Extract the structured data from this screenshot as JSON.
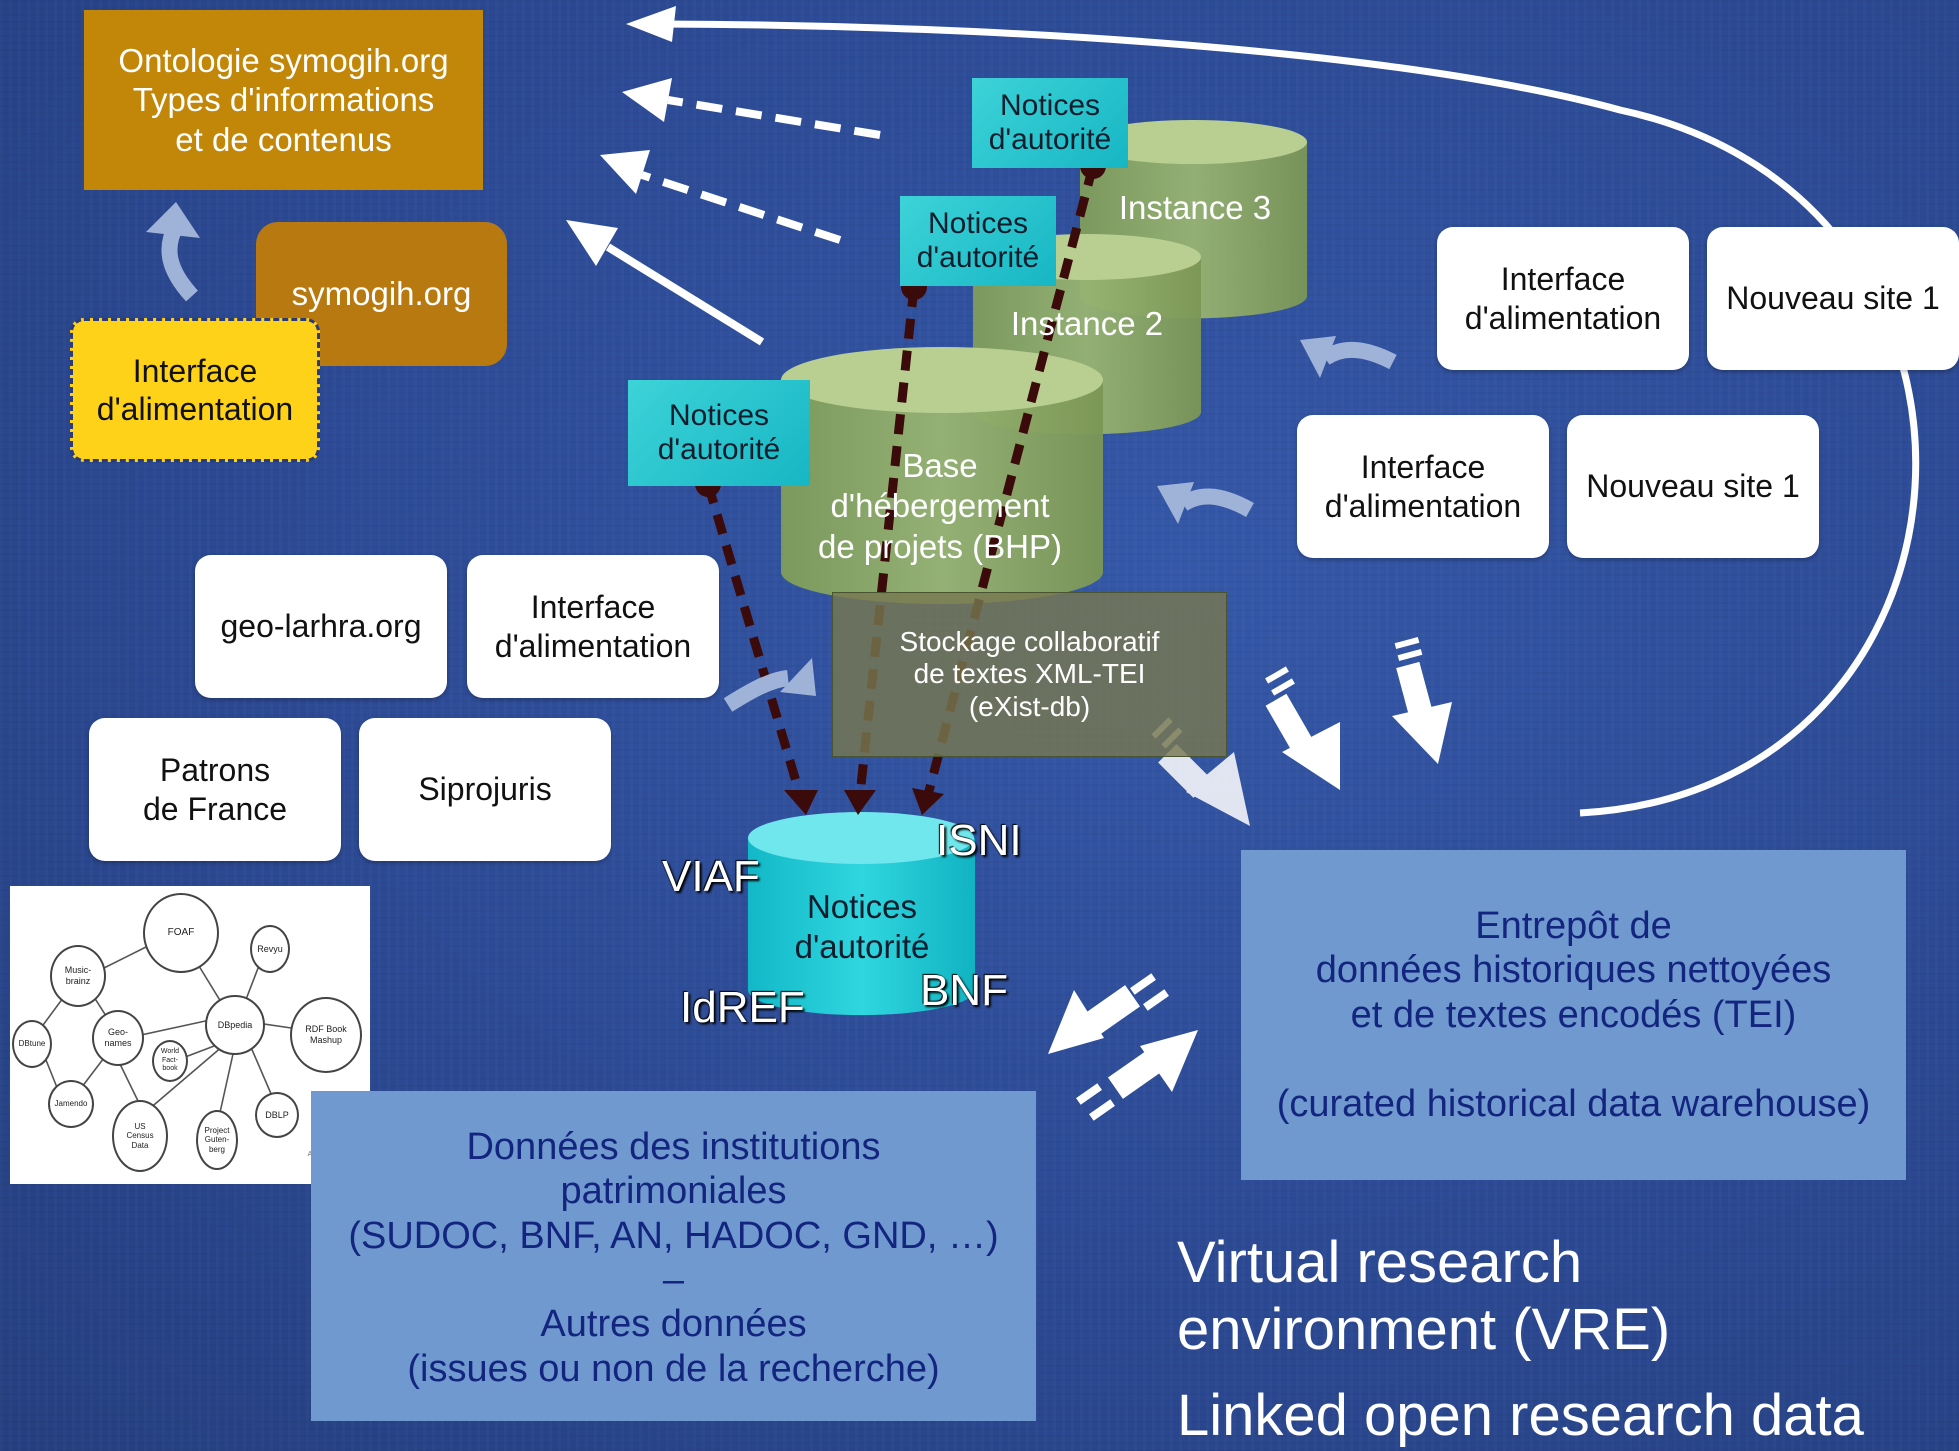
{
  "ontology": {
    "text": "Ontologie symogih.org\nTypes d'informations\net de contenus"
  },
  "symogih": {
    "text": "symogih.org"
  },
  "interface_yellow": {
    "text": "Interface\nd'alimentation"
  },
  "notices_labels": [
    {
      "text": "Notices\nd'autorité"
    },
    {
      "text": "Notices\nd'autorité"
    },
    {
      "text": "Notices\nd'autorité"
    }
  ],
  "instances": {
    "instance3": "Instance 3",
    "instance2": "Instance 2"
  },
  "bhp": {
    "text": "Base\nd'hébergement\nde projets (BHP)"
  },
  "storage": {
    "text": "Stockage collaboratif\nde textes XML-TEI\n(eXist-db)"
  },
  "right_top": {
    "interface": "Interface\nd'alimentation",
    "site": "Nouveau site 1"
  },
  "right_mid": {
    "interface": "Interface\nd'alimentation",
    "site": "Nouveau site 1"
  },
  "left_sites": {
    "geo": "geo-larhra.org",
    "interface": "Interface\nd'alimentation",
    "patrons": "Patrons\nde France",
    "siprojuris": "Siprojuris"
  },
  "authority_db": {
    "center": "Notices\nd'autorité",
    "viaf": "VIAF",
    "isni": "ISNI",
    "idref": "IdREF",
    "bnf": "BNF"
  },
  "warehouse": {
    "text": "Entrepôt de\ndonnées historiques nettoyées\net de textes encodés (TEI)\n\n(curated historical data warehouse)"
  },
  "institutions": {
    "text": "Données des institutions\npatrimoniales\n(SUDOC, BNF, AN, HADOC, GND, …)\n–\nAutres données\n(issues ou non de la recherche)"
  },
  "vre": {
    "text": "Virtual research\nenvironment (VRE)"
  },
  "lod": {
    "text": "Linked open research data"
  },
  "lod_cloud": {
    "nodes": [
      "FOAF",
      "Revyu",
      "Music-\nbrainz",
      "Geo-\nnames",
      "DBpedia",
      "RDF Book\nMashup",
      "DBtune",
      "World\nFact-\nbook",
      "Jamendo",
      "US\nCensus\nData",
      "Project\nGuten-\nberg",
      "DBLP"
    ],
    "caption": "As of May 2007"
  },
  "colors": {
    "background": "#2c4a96",
    "brown": "#c28608",
    "yellow": "#ffd21a",
    "teal": "#1fc3cc",
    "green_cylinder": "#8faa6a",
    "panel_blue": "#7099cf",
    "panel_text": "#13257e"
  }
}
